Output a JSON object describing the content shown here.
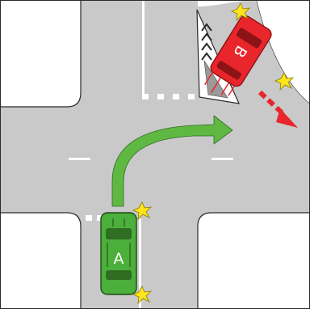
{
  "colors": {
    "road": "#c9c9c9",
    "curb": "#2a2a2a",
    "grass": "#ffffff",
    "marking": "#ffffff",
    "car_a": "#4caf3b",
    "car_a_dark": "#2f6e22",
    "car_b": "#e8262b",
    "car_b_dark": "#8e1316",
    "path_arrow": "#5fb842",
    "impact": "#ffe51a",
    "island": "#9a9a9a"
  },
  "vehicles": [
    {
      "id": "car-a",
      "label": "A",
      "color": "green",
      "heading": "north"
    },
    {
      "id": "car-b",
      "label": "B",
      "color": "red",
      "heading": "south-east"
    }
  ],
  "icons": {
    "path_arrow": "curved-arrow-right",
    "motion_arrow": "dashed-arrow",
    "impact": "collision-star"
  }
}
